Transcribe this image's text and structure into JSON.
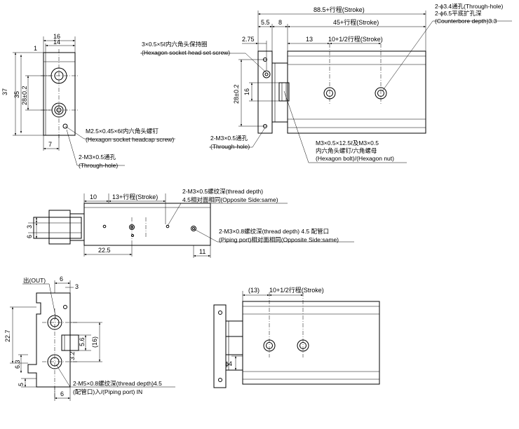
{
  "views": {
    "side": {
      "dims": {
        "w16": "16",
        "w14": "14",
        "w1": "1",
        "h37": "37",
        "h35": "35",
        "h28": "28±0.2",
        "w7": "7"
      },
      "callouts": {
        "screw_cn": "M2.5×0.45×6ℓ内六角头螺钉",
        "screw_en": "(Hexagon socket headcap screw)",
        "hole_cn": "2-M3×0.5通孔",
        "hole_en": "(Through-hole)"
      }
    },
    "top": {
      "dims": {
        "total": "88.5+行程(Stroke)",
        "d55": "5.5",
        "d8": "8",
        "d45": "45+行程(Stroke)",
        "d275": "2.75",
        "d13": "13",
        "d10half": "10+1/2行程(Stroke)",
        "h28": "28±0.2",
        "h16": "16"
      },
      "callouts": {
        "set_cn": "3×0.5×5ℓ内六角头保持圈",
        "set_en": "(Hexagon socket head set screw)",
        "thru_cn": "2-ϕ3.4通孔(Through-hole)",
        "cb_cn": "2-ϕ6.5平底扩孔深",
        "cb_en": "(Counterbore depth)3.3",
        "hole_cn": "2-M3×0.5通孔",
        "hole_en": "(Through-hole)",
        "bolt_cn1": "M3×0.5×12.5ℓ及M3×0.5",
        "bolt_cn2": "内六角头螺钉/六角螺母",
        "bolt_en": "(Hexagon bolt)/(Hexagon nut)"
      }
    },
    "front": {
      "dims": {
        "d10": "10",
        "d13": "13+行程(Stroke)",
        "d3": "3",
        "d6": "6",
        "d225": "22.5",
        "d11": "11"
      },
      "callouts": {
        "m3_cn": "2-M3×0.5螺纹深(thread depth)",
        "m3_en": "4.5相对面相同(Opposite Side:same)",
        "m3p_cn": "2-M3×0.8螺纹深(thread depth) 4.5 配管口",
        "m3p_en": "(Piping port)相对面相同(Opposite Side:same)"
      }
    },
    "end": {
      "dims": {
        "out": "出(OUT)",
        "d6": "6",
        "d3": "3",
        "h227": "22.7",
        "h56": "5.6",
        "h16p": "(16)",
        "d32": "3.2",
        "d63": "6.3",
        "d5": "5",
        "d6b": "6"
      },
      "callouts": {
        "m5_cn": "2-M5×0.8螺纹深(thread depth)4.5",
        "m5_en": "(配管口)入/(Piping port) IN"
      }
    },
    "bottom": {
      "dims": {
        "d13p": "(13)",
        "d10half": "10+1/2行程(Stroke)",
        "phi4": "ϕ4"
      }
    }
  }
}
